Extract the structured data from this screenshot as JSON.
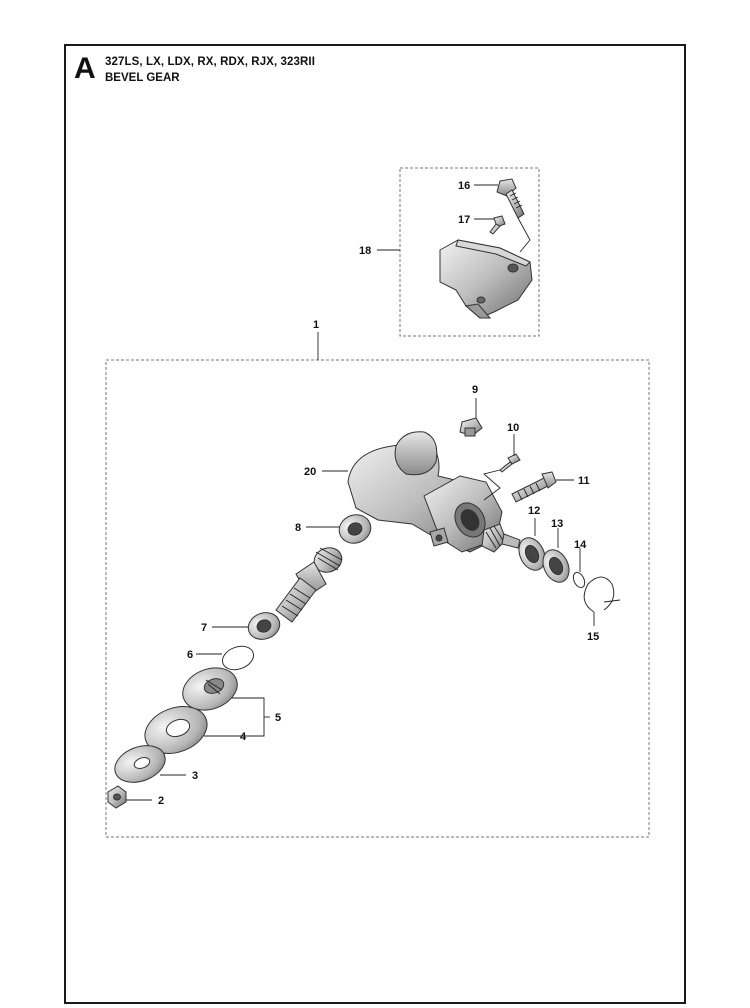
{
  "header": {
    "section_letter": "A",
    "models": "327LS, LX, LDX, RX, RDX, RJX, 323RII",
    "title": "BEVEL GEAR"
  },
  "callouts": {
    "c1": "1",
    "c2": "2",
    "c3": "3",
    "c4": "4",
    "c5": "5",
    "c6": "6",
    "c7": "7",
    "c8": "8",
    "c9": "9",
    "c10": "10",
    "c11": "11",
    "c12": "12",
    "c13": "13",
    "c14": "14",
    "c15": "15",
    "c16": "16",
    "c17": "17",
    "c18": "18",
    "c20": "20"
  }
}
